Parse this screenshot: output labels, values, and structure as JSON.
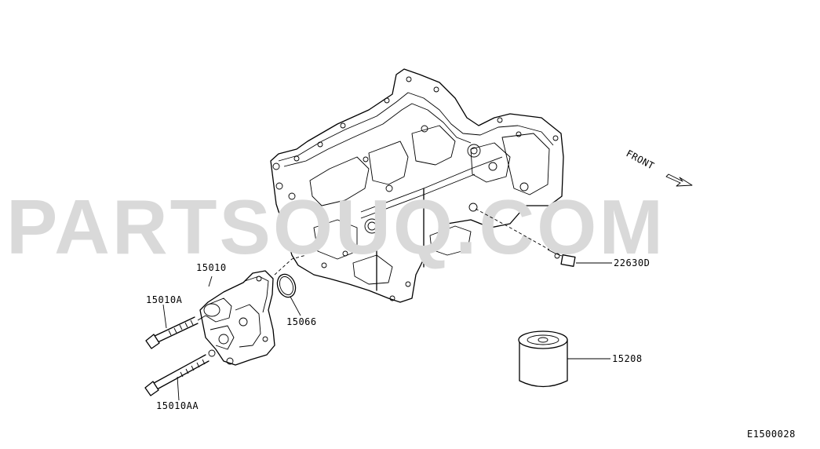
{
  "watermark": "PARTSOUQ.COM",
  "direction_label": "FRONT",
  "diagram_code": "E1500028",
  "callouts": {
    "oil_pump": "15010",
    "bolt_a": "15010A",
    "bolt_aa": "15010AA",
    "o_ring": "15066",
    "sensor": "22630D",
    "oil_filter": "15208"
  },
  "icons": {
    "front_arrow": "arrow-right-down-icon"
  }
}
